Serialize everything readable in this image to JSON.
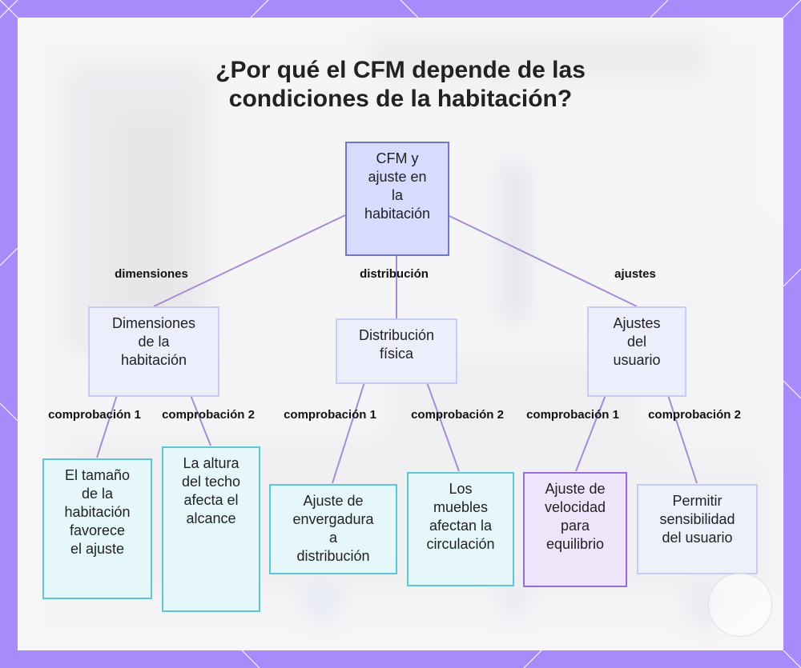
{
  "title_lines": [
    "¿Por qué el CFM depende de las",
    "condiciones de la habitación?"
  ],
  "root": {
    "lines": [
      "CFM y",
      "ajuste en",
      "la",
      "habitación"
    ]
  },
  "branches": [
    {
      "edge_label": "dimensiones",
      "node": {
        "lines": [
          "Dimensiones",
          "de la",
          "habitación"
        ]
      },
      "checks": [
        {
          "edge_label": "comprobación 1",
          "lines": [
            "El tamaño",
            "de la",
            "habitación",
            "favorece",
            "el ajuste"
          ]
        },
        {
          "edge_label": "comprobación 2",
          "lines": [
            "La altura",
            "del techo",
            "afecta el",
            "alcance"
          ]
        }
      ]
    },
    {
      "edge_label": "distribución",
      "node": {
        "lines": [
          "Distribución",
          "física"
        ]
      },
      "checks": [
        {
          "edge_label": "comprobación 1",
          "lines": [
            "Ajuste de",
            "envergadura",
            "a",
            "distribución"
          ]
        },
        {
          "edge_label": "comprobación 2",
          "lines": [
            "Los",
            "muebles",
            "afectan la",
            "circulación"
          ]
        }
      ]
    },
    {
      "edge_label": "ajustes",
      "node": {
        "lines": [
          "Ajustes",
          "del",
          "usuario"
        ]
      },
      "checks": [
        {
          "edge_label": "comprobación 1",
          "lines": [
            "Ajuste de",
            "velocidad",
            "para",
            "equilibrio"
          ]
        },
        {
          "edge_label": "comprobación 2",
          "lines": [
            "Permitir",
            "sensibilidad",
            "del usuario"
          ]
        }
      ]
    }
  ],
  "colors": {
    "frame": "#a78bfa",
    "connector": "#a78bd6",
    "root_fill": "#d7dbfd",
    "root_border": "#6f78c9",
    "node_fill": "#eceefc",
    "node_border": "#c7cbf6",
    "leaf_cyan_border": "#5cc7d3",
    "leaf_purple_border": "#9a6bd6"
  }
}
